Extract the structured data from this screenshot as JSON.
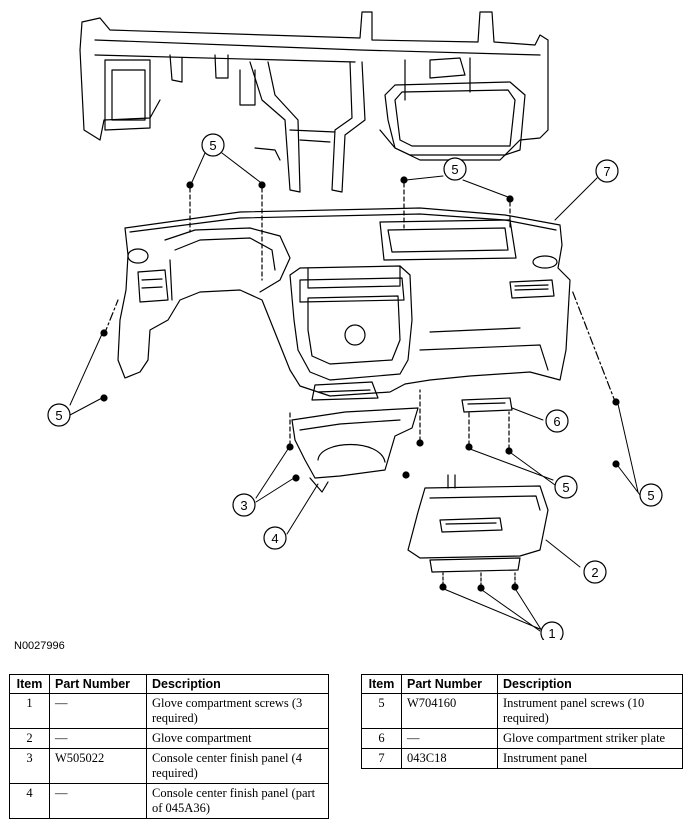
{
  "figure_id": "N0027996",
  "callouts": {
    "c1": "1",
    "c2": "2",
    "c3": "3",
    "c4": "4",
    "c5a": "5",
    "c5b": "5",
    "c5c": "5",
    "c5d": "5",
    "c5e": "5",
    "c6": "6",
    "c7": "7"
  },
  "table": {
    "headers": {
      "item": "Item",
      "part_number": "Part Number",
      "description": "Description"
    },
    "left_rows": [
      {
        "item": "1",
        "part_number": "—",
        "description": "Glove compartment screws (3 required)"
      },
      {
        "item": "2",
        "part_number": "—",
        "description": "Glove compartment"
      },
      {
        "item": "3",
        "part_number": "W505022",
        "description": "Console center finish panel (4 required)"
      },
      {
        "item": "4",
        "part_number": "—",
        "description": "Console center finish panel (part of 045A36)"
      }
    ],
    "right_rows": [
      {
        "item": "5",
        "part_number": "W704160",
        "description": "Instrument panel screws (10 required)"
      },
      {
        "item": "6",
        "part_number": "—",
        "description": "Glove compartment striker plate"
      },
      {
        "item": "7",
        "part_number": "043C18",
        "description": "Instrument panel"
      }
    ]
  }
}
